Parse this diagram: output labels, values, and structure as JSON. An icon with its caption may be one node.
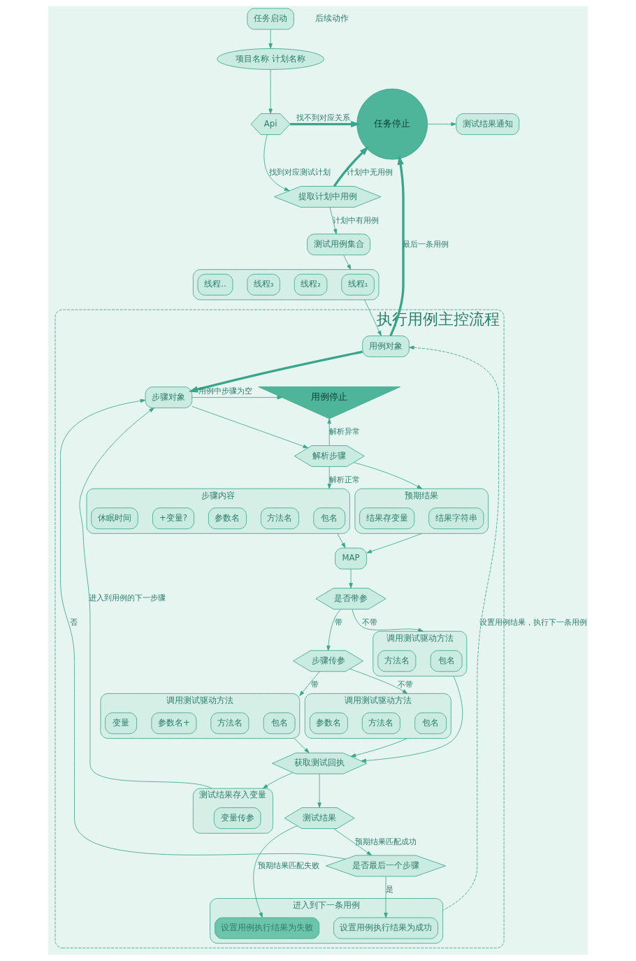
{
  "diagram": {
    "nodes": [
      {
        "text": [
          "任务启动"
        ]
      },
      {
        "text": [
          "项目名称 计划名称"
        ]
      },
      {
        "text": [
          "Api"
        ]
      },
      {
        "text": [
          "任务停止"
        ]
      },
      {
        "text": [
          "测试结果通知"
        ]
      },
      {
        "text": [
          "提取计划中用例"
        ]
      },
      {
        "text": [
          "测试用例集合"
        ]
      },
      {
        "text": [],
        "shape": "ellipse"
      },
      {
        "text": [
          "线程₁"
        ],
        "in": 7
      },
      {
        "text": [
          "线程₂"
        ],
        "in": 7
      },
      {
        "text": [
          "线程₃"
        ],
        "in": 7
      },
      {
        "text": [
          "线程.."
        ],
        "in": 7
      },
      {
        "text": [
          "执行用例主控流程"
        ]
      },
      {
        "text": [
          "用例对象"
        ],
        "in": 12
      },
      {
        "text": [
          "步骤对象"
        ],
        "in": 12
      },
      {
        "text": [
          "用例停止"
        ],
        "in": 12
      },
      {
        "text": [
          "解析步骤"
        ],
        "in": 12
      },
      {
        "text": [
          "步骤内容"
        ],
        "in": 12
      },
      {
        "text": [
          "包名"
        ],
        "in": 17
      },
      {
        "text": [
          "方法名"
        ],
        "in": 17
      },
      {
        "text": [
          "参数名"
        ],
        "in": 17
      },
      {
        "text": [
          "+变量?"
        ],
        "in": 17
      },
      {
        "text": [
          "休眠时间"
        ],
        "in": 17
      },
      {
        "text": [
          "预期结果"
        ],
        "in": 12
      },
      {
        "text": [
          "结果字符串"
        ],
        "in": 23
      },
      {
        "text": [
          "结果存变量"
        ],
        "in": 23
      },
      {
        "text": [
          "MAP"
        ],
        "in": 12
      },
      {
        "text": [
          "是否带参"
        ],
        "in": 12
      },
      {
        "text": [
          "调用测试驱动方法"
        ],
        "in": 12
      },
      {
        "text": [
          "包名"
        ],
        "in": 28
      },
      {
        "text": [
          "方法名"
        ],
        "in": 28
      },
      {
        "text": [
          "步骤传参"
        ],
        "in": 12
      },
      {
        "text": [
          "调用测试驱动方法"
        ],
        "in": 12
      },
      {
        "text": [
          "包名"
        ],
        "in": 32
      },
      {
        "text": [
          "方法名"
        ],
        "in": 32
      },
      {
        "text": [
          "参数名"
        ],
        "in": 32
      },
      {
        "text": [
          "调用测试驱动方法"
        ],
        "in": 12
      },
      {
        "text": [
          "包名"
        ],
        "in": 36
      },
      {
        "text": [
          "方法名"
        ],
        "in": 36
      },
      {
        "text": [
          "参数名+"
        ],
        "in": 36
      },
      {
        "text": [
          "变量"
        ],
        "in": 36
      },
      {
        "text": [
          "获取测试回执"
        ],
        "in": 12
      },
      {
        "text": [
          "测试结果"
        ],
        "in": 12
      },
      {
        "text": [
          "测试结果存入变量"
        ],
        "in": 12
      },
      {
        "text": [
          "变量传参"
        ],
        "in": 43
      },
      {
        "text": [
          "进入到下一条用例"
        ],
        "in": 12
      },
      {
        "text": [
          "设置用例执行结果为成功"
        ],
        "in": 45
      },
      {
        "text": [
          "设置用例执行结果为失败"
        ],
        "in": 45
      },
      {
        "text": [
          "是否最后一个步骤"
        ],
        "in": 12
      }
    ],
    "edges": [
      {
        "from": 0,
        "to": 1,
        "arrow": "to"
      },
      {
        "from": 1,
        "to": 2,
        "arrow": "to"
      },
      {
        "from": 2,
        "to": 3,
        "arrow": "to",
        "label": "找不到对应关系",
        "style": "thick"
      },
      {
        "from": 3,
        "to": 4,
        "arrow": "to"
      },
      {
        "from": 2,
        "to": 5,
        "arrow": "to",
        "label": "找到对应测试计划"
      },
      {
        "from": 5,
        "to": 3,
        "arrow": "to",
        "label": "计划中无用例",
        "style": "thick"
      },
      {
        "from": 5,
        "to": 6,
        "arrow": "to",
        "label": "计划中有用例"
      },
      {
        "from": 6,
        "to": 7,
        "arrow": "to"
      },
      {
        "from": 7,
        "to": 13,
        "arrow": "to"
      },
      {
        "from": 13,
        "to": 3,
        "arrow": "to",
        "label": "最后一条用例",
        "style": "thick"
      },
      {
        "from": 13,
        "to": 14,
        "arrow": "to",
        "style": "thick"
      },
      {
        "from": 14,
        "to": 15,
        "arrow": "to",
        "label": "用例中步骤为空"
      },
      {
        "from": 14,
        "to": 16,
        "arrow": "to"
      },
      {
        "from": 16,
        "to": 15,
        "arrow": "to",
        "label": "解析异常"
      },
      {
        "from": 16,
        "to": 17,
        "arrow": "to",
        "label": "解析正常"
      },
      {
        "from": 16,
        "to": 23,
        "arrow": "to"
      },
      {
        "from": 17,
        "to": 26,
        "arrow": "to"
      },
      {
        "from": 23,
        "to": 26,
        "arrow": "to"
      },
      {
        "from": 26,
        "to": 27,
        "arrow": "to"
      },
      {
        "from": 27,
        "to": 28,
        "arrow": "to",
        "label": "不带"
      },
      {
        "from": 27,
        "to": 31,
        "arrow": "to",
        "label": "带"
      },
      {
        "from": 31,
        "to": 32,
        "arrow": "to",
        "label": "不带"
      },
      {
        "from": 31,
        "to": 36,
        "arrow": "to",
        "label": "带"
      },
      {
        "from": 28,
        "to": 41,
        "arrow": "to"
      },
      {
        "from": 32,
        "to": 41,
        "arrow": "to"
      },
      {
        "from": 36,
        "to": 41,
        "arrow": "to"
      },
      {
        "from": 41,
        "to": 42,
        "arrow": "to"
      },
      {
        "from": 41,
        "to": 43,
        "arrow": "to"
      },
      {
        "from": 42,
        "to": 48,
        "arrow": "to",
        "label": "预期结果匹配成功"
      },
      {
        "from": 42,
        "to": 47,
        "arrow": "to",
        "label": "预期结果匹配失败"
      },
      {
        "from": 48,
        "to": 46,
        "arrow": "to",
        "label": "是"
      },
      {
        "from": 48,
        "to": 14,
        "arrow": "to",
        "label": "否"
      },
      {
        "from": 43,
        "to": 14,
        "arrow": "to",
        "label": "进入到用例的下一步骤"
      },
      {
        "from": 45,
        "to": 13,
        "arrow": "to",
        "label": "设置用例结果，执行下一条用例",
        "style": "dashed"
      }
    ],
    "labels": [
      "后续动作"
    ]
  }
}
